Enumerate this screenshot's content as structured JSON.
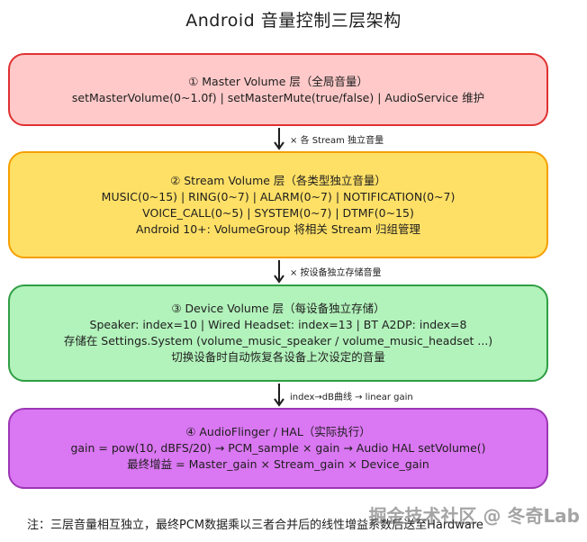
{
  "title": "Android 音量控制三层架构",
  "layers": [
    {
      "heading": "① Master Volume 层（全局音量）",
      "lines": [
        "setMasterVolume(0~1.0f)  |  setMasterMute(true/false)  |  AudioService 维护"
      ]
    },
    {
      "heading": "② Stream Volume 层（各类型独立音量）",
      "lines": [
        "MUSIC(0~15)  |  RING(0~7)  |  ALARM(0~7)  |  NOTIFICATION(0~7)",
        "VOICE_CALL(0~5)  |  SYSTEM(0~7)  |  DTMF(0~15)",
        "Android 10+: VolumeGroup 将相关 Stream 归组管理"
      ]
    },
    {
      "heading": "③ Device Volume 层（每设备独立存储）",
      "lines": [
        "Speaker: index=10  |  Wired Headset: index=13  |  BT A2DP: index=8",
        "存储在 Settings.System (volume_music_speaker / volume_music_headset ...)",
        "切换设备时自动恢复各设备上次设定的音量"
      ]
    },
    {
      "heading": "④ AudioFlinger / HAL（实际执行）",
      "lines": [
        "gain = pow(10, dBFS/20)  →  PCM_sample × gain  →  Audio HAL setVolume()",
        "最终增益 = Master_gain × Stream_gain × Device_gain"
      ]
    }
  ],
  "arrows": [
    "× 各 Stream 独立音量",
    "× 按设备独立存储音量",
    "index→dB曲线 → linear gain"
  ],
  "note": "注：三层音量相互独立，最终PCM数据乘以三者合并后的线性增益系数后送至Hardware",
  "watermark": "掘金技术社区 @ 冬奇Lab",
  "colors": {
    "layer1_fill": "#ffc9c9",
    "layer1_stroke": "#e03131",
    "layer2_fill": "#ffe066",
    "layer2_stroke": "#f59f00",
    "layer3_fill": "#b2f2bb",
    "layer3_stroke": "#2f9e44",
    "layer4_fill": "#da77f2",
    "layer4_stroke": "#9c36b5"
  }
}
